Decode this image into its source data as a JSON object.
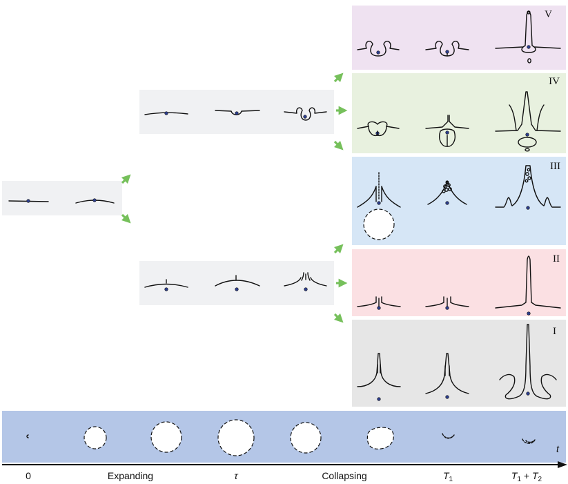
{
  "colors": {
    "gray_panel": "#f0f1f3",
    "regime_V": "#efe2f1",
    "regime_IV": "#e8f1df",
    "regime_III": "#d6e6f6",
    "regime_II": "#fbe0e3",
    "regime_I": "#e6e6e6",
    "timeline": "#b4c6e7",
    "arrow": "#76c05b",
    "bubble": "#2d3e8c"
  },
  "regimes": [
    {
      "id": "V",
      "label": "V",
      "color_key": "regime_V"
    },
    {
      "id": "IV",
      "label": "IV",
      "color_key": "regime_IV"
    },
    {
      "id": "III",
      "label": "III",
      "color_key": "regime_III"
    },
    {
      "id": "II",
      "label": "II",
      "color_key": "regime_II"
    },
    {
      "id": "I",
      "label": "I",
      "color_key": "regime_I"
    }
  ],
  "timeline": {
    "axis_symbol": "t",
    "ticks": [
      {
        "kind": "plain",
        "text": "0"
      },
      {
        "kind": "plain",
        "text": "Expanding"
      },
      {
        "kind": "tau",
        "text": "τ"
      },
      {
        "kind": "plain",
        "text": "Collapsing"
      },
      {
        "kind": "T1",
        "main": "T",
        "sub": "1"
      },
      {
        "kind": "T1T2",
        "main1": "T",
        "sub1": "1",
        "plus": " + ",
        "main2": "T",
        "sub2": "2"
      }
    ]
  }
}
